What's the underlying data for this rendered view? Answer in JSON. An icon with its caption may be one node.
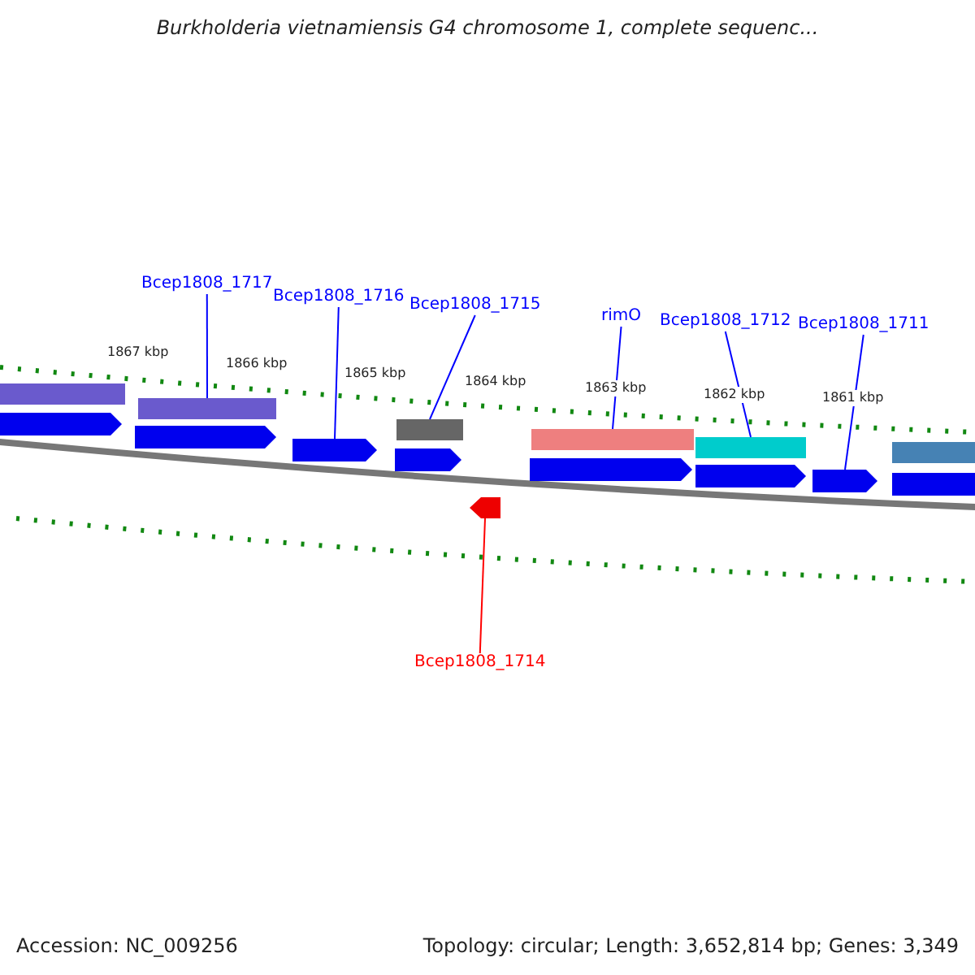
{
  "diagram": {
    "title": "Burkholderia vietnamiensis G4 chromosome 1, complete sequenc...",
    "nodes": [
      {
        "text": [
          "Bcep1808_1717"
        ]
      },
      {
        "text": [
          "Bcep1808_1716"
        ]
      },
      {
        "text": [
          "Bcep1808_1715"
        ]
      },
      {
        "text": [
          "rimO"
        ]
      },
      {
        "text": [
          "Bcep1808_1712"
        ]
      },
      {
        "text": [
          "Bcep1808_1711"
        ]
      },
      {
        "text": [],
        "shape": "bar"
      },
      {
        "text": [],
        "shape": "bar"
      },
      {
        "text": [],
        "shape": "bar"
      },
      {
        "text": [],
        "shape": "bar"
      },
      {
        "text": [],
        "shape": "bar"
      },
      {
        "text": [],
        "shape": "bar"
      },
      {
        "text": [],
        "shape": "arrow"
      },
      {
        "text": [],
        "shape": "arrow"
      },
      {
        "text": [],
        "shape": "arrow"
      },
      {
        "text": [],
        "shape": "arrow"
      },
      {
        "text": [],
        "shape": "arrow"
      },
      {
        "text": [],
        "shape": "arrow"
      },
      {
        "text": [],
        "shape": "arrow"
      },
      {
        "text": [],
        "shape": "arrow"
      },
      {
        "text": [],
        "shape": "arrow"
      },
      {
        "text": [
          "Bcep1808_1714"
        ]
      }
    ],
    "edges": [
      {
        "from": 0,
        "to": 7,
        "arrow": "none"
      },
      {
        "from": 1,
        "to": 14,
        "arrow": "none"
      },
      {
        "from": 2,
        "to": 8,
        "arrow": "none"
      },
      {
        "from": 3,
        "to": 9,
        "arrow": "none"
      },
      {
        "from": 4,
        "to": 10,
        "arrow": "none"
      },
      {
        "from": 5,
        "to": 18,
        "arrow": "none"
      },
      {
        "from": 21,
        "to": 20,
        "arrow": "none",
        "color": "#ff0000"
      }
    ],
    "labels": [
      "1867 kbp",
      "1866 kbp",
      "1865 kbp",
      "1864 kbp",
      "1863 kbp",
      "1862 kbp",
      "1861 kbp",
      "Accession: NC_009256",
      "Topology: circular; Length: 3,652,814 bp; Genes: 3,349"
    ]
  }
}
